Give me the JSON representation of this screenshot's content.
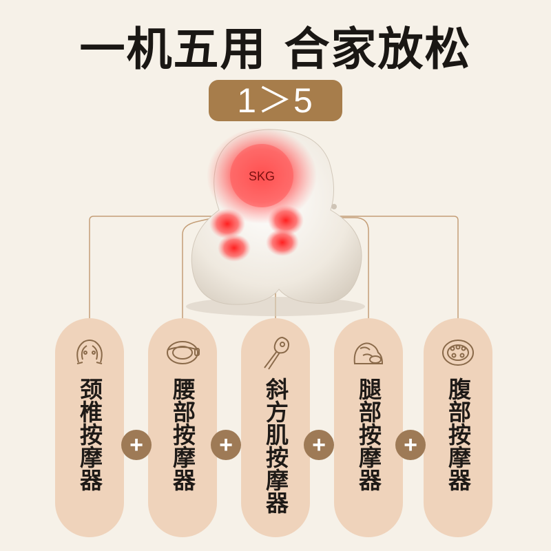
{
  "headline": "一机五用 合家放松",
  "badge": "1＞5",
  "device": {
    "logo": "SKG"
  },
  "cards": [
    {
      "label": "颈椎按摩器",
      "icon": "neck-massager-icon"
    },
    {
      "label": "腰部按摩器",
      "icon": "waist-massager-icon"
    },
    {
      "label": "斜方肌按摩器",
      "icon": "trapezius-massager-icon"
    },
    {
      "label": "腿部按摩器",
      "icon": "leg-massager-icon"
    },
    {
      "label": "腹部按摩器",
      "icon": "abdomen-massager-icon"
    }
  ],
  "plus_symbol": "+",
  "colors": {
    "background": "#f6f1e8",
    "card": "#efd3bb",
    "accent": "#a77d4b",
    "plus": "#9e7a56",
    "connector": "#c49e77",
    "glow": "#ff2a2a"
  }
}
